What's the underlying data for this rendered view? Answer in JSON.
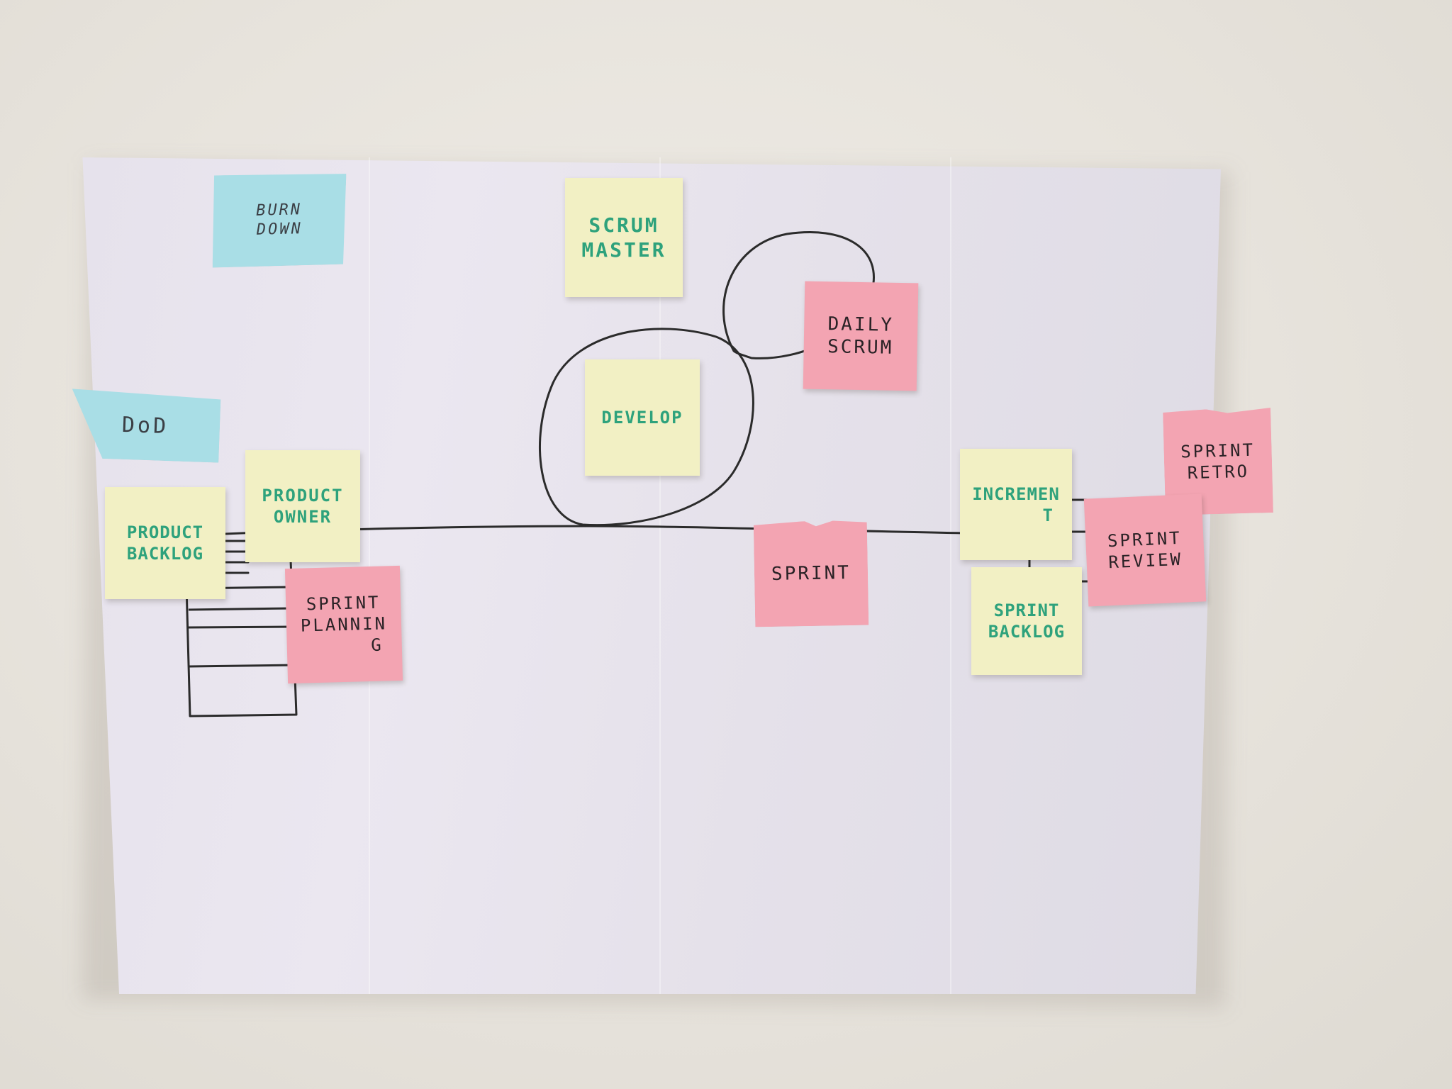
{
  "notes": {
    "burn_down": {
      "line1": "BURN",
      "line2": "DOWN"
    },
    "scrum_master": {
      "line1": "SCRUM",
      "line2": "MASTER"
    },
    "daily_scrum": {
      "line1": "DAILY",
      "line2": "SCRUM"
    },
    "dod": {
      "line1": "DoD"
    },
    "dev_team": {
      "line1": "DEVELOP"
    },
    "product_owner": {
      "line1": "PRODUCT",
      "line2": "OWNER"
    },
    "product_backlog": {
      "line1": "PRODUCT",
      "line2": "BACKLOG"
    },
    "sprint_planning": {
      "line1": "SPRINT",
      "line2": "PLANNIN",
      "line3": "G"
    },
    "sprint": {
      "line1": "SPRINT"
    },
    "increment": {
      "line1": "INCREMEN",
      "line2": "T"
    },
    "sprint_backlog": {
      "line1": "SPRINT",
      "line2": "BACKLOG"
    },
    "sprint_review": {
      "line1": "SPRINT",
      "line2": "REVIEW"
    },
    "sprint_retro": {
      "line1": "SPRINT",
      "line2": "RETRO"
    }
  },
  "colors": {
    "note_yellow": "#f2f0c4",
    "note_pink": "#f3a4b2",
    "note_blue": "#a9dee6",
    "ink_green": "#2ea27c",
    "ink_black": "#2a2226",
    "pen_line": "#2b2b2b",
    "paper": "#e8e4ee",
    "wall": "#e7e3dc"
  }
}
